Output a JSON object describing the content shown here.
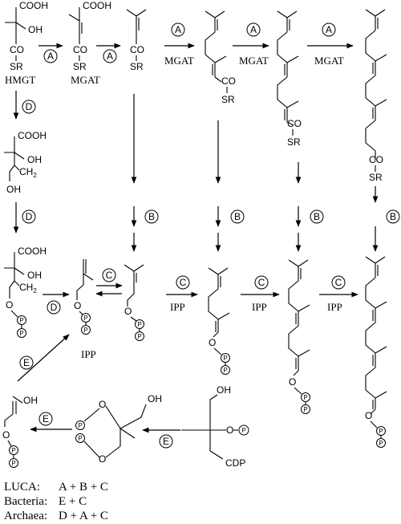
{
  "pathway_labels": {
    "a": "A",
    "b": "B",
    "c": "C",
    "d": "D",
    "e": "E"
  },
  "compounds": {
    "hmgt": "HMGT",
    "mgat": "MGAT",
    "ipp": "IPP",
    "cdp": "CDP"
  },
  "atoms": {
    "cooh": "COOH",
    "oh": "OH",
    "co": "CO",
    "sr": "SR",
    "ch2": "CH",
    "ch2_sub": "2",
    "o": "O",
    "p": "P"
  },
  "legend": [
    {
      "group": "LUCA:",
      "formula": "A + B + C"
    },
    {
      "group": "Bacteria:",
      "formula": "E + C"
    },
    {
      "group": "Archaea:",
      "formula": "D + A + C"
    }
  ]
}
